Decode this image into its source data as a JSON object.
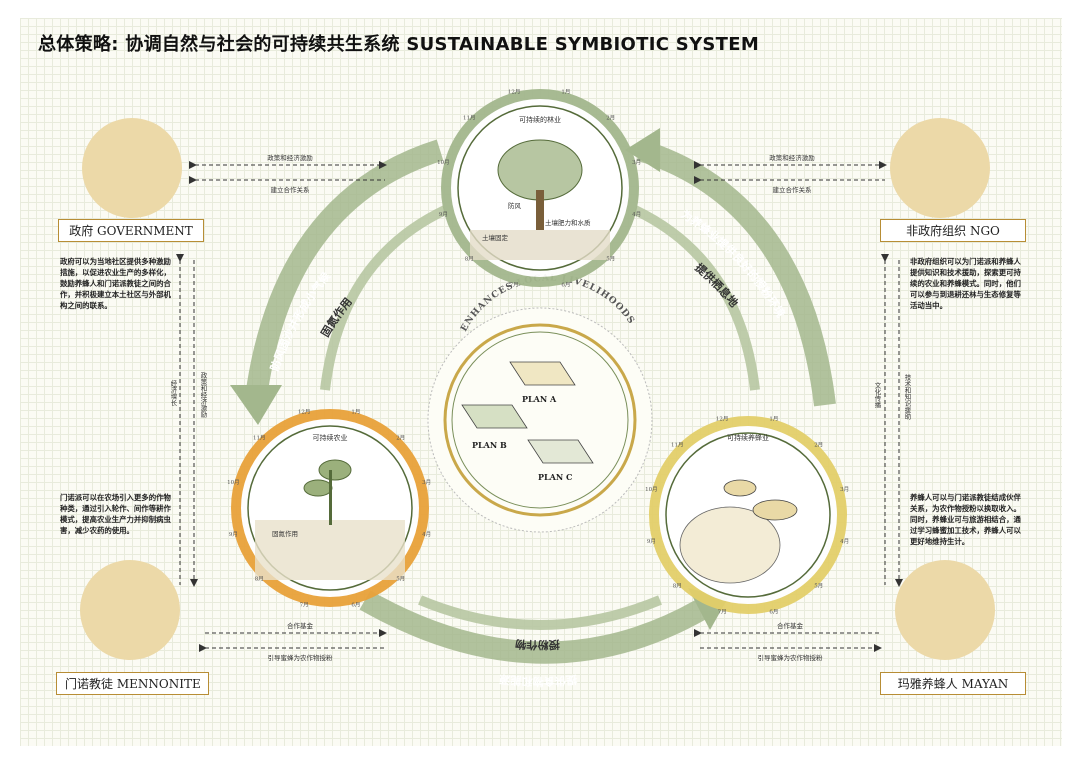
{
  "title": "总体策略: 协调自然与社会的可持续共生系统 SUSTAINABLE SYMBIOTIC SYSTEM",
  "stakeholders": {
    "government": {
      "label": "政府 GOVERNMENT",
      "desc": "政府可以为当地社区提供多种激励措施，以促进农业生产的多样化，鼓励养蜂人和门诺派教徒之间的合作，并积极建立本土社区与外部机构之间的联系。"
    },
    "ngo": {
      "label": "非政府组织 NGO",
      "desc": "非政府组织可以为门诺派和养蜂人提供知识和技术援助，探索更可持续的农业和养蜂模式。同时，他们可以参与到退耕还林与生态修复等活动当中。"
    },
    "mennonite": {
      "label": "门诺教徒 MENNONITE",
      "desc": "门诺派可以在农场引入更多的作物种类，通过引入轮作、间作等耕作模式，提高农业生产力并抑制病虫害，减少农药的使用。"
    },
    "mayan": {
      "label": "玛雅养蜂人 MAYAN",
      "desc": "养蜂人可以与门诺派教徒结成伙伴关系，为农作物授粉以换取收入。同时，养蜂业可与旅游相结合，通过学习蜂蜜加工技术，养蜂人可以更好地维持生计。"
    }
  },
  "connections": {
    "gov_ngo_top": "政策和经济激励",
    "gov_ngo_bottom": "建立合作关系",
    "ngo_gov_top": "政策和经济激励",
    "ngo_gov_bottom": "建立合作关系",
    "gov_men_left": "经济增长",
    "gov_men_right": "政策和经济激励",
    "ngo_may_left": "文化传播",
    "ngo_may_right": "技术和知识援助",
    "men_may_top_left": "合作基金",
    "men_may_bottom_left": "引导蜜蜂为农作物授粉",
    "men_may_top_right": "合作基金",
    "men_may_bottom_right": "引导蜜蜂为农作物授粉"
  },
  "cycle": {
    "arc_left_outer": "防风固沙并形成小气候",
    "arc_left_inner": "固氮作用",
    "arc_right_outer": "为养蜂业提供良好的授粉环境",
    "arc_right_inner": "提供栖息地",
    "arc_bottom_inner": "授粉作物",
    "arc_bottom_outer": "提供食物和能源"
  },
  "circles": {
    "forest": {
      "title": "可持续的林业",
      "label1": "防风",
      "label2": "土壤肥力和水质",
      "label3": "土壤固定"
    },
    "farm": {
      "title": "可持续农业",
      "label1": "固氮作用"
    },
    "bee": {
      "title": "可持续养蜂业"
    }
  },
  "months": [
    "1月",
    "2月",
    "3月",
    "4月",
    "5月",
    "6月",
    "7月",
    "8月",
    "9月",
    "10月",
    "11月",
    "12月"
  ],
  "center": {
    "ring_text": "ENHANCES LOCAL LIVELIHOODS",
    "plan_a": "PLAN A",
    "plan_b": "PLAN B",
    "plan_c": "PLAN C"
  },
  "colors": {
    "gold": "#b78d35",
    "green": "#a3b78d",
    "orange": "#e9a23a",
    "dark": "#222222"
  }
}
